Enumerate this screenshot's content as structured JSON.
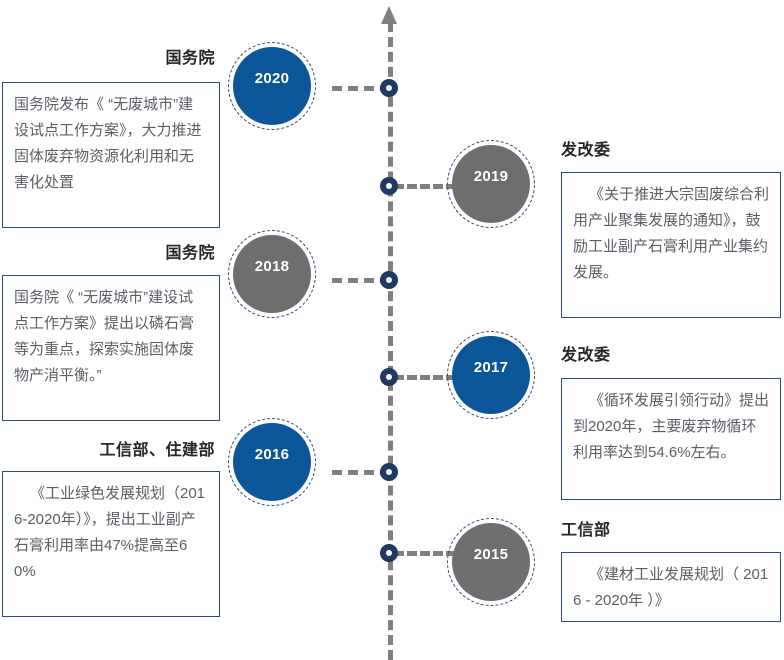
{
  "diagram": {
    "type": "vertical-timeline",
    "axis": {
      "direction": "upward",
      "arrow_icon": "arrow-up-icon",
      "line_style": "dashed",
      "line_color": "#7f7f7f"
    },
    "colors": {
      "blue_circle": "#0b5699",
      "gray_circle": "#6e6e6e",
      "node_marker": "#1f3864",
      "box_border": "#2e4a7d",
      "body_text": "#5a5f66",
      "heading_text": "#262626",
      "axis": "#7f7f7f"
    },
    "events": [
      {
        "year": "2020",
        "side": "left",
        "circle_color": "blue",
        "org": "国务院",
        "body": "国务院发布《 “无废城市”建设试点工作方案》，大力推进固体废弃物资源化利用和无害化处置"
      },
      {
        "year": "2019",
        "side": "right",
        "circle_color": "gray",
        "org": "发改委",
        "body": "《关于推进大宗固废综合利用产业聚集发展的通知》，鼓励工业副产石膏利用产业集约发展。"
      },
      {
        "year": "2018",
        "side": "left",
        "circle_color": "gray",
        "org": "国务院",
        "body": "国务院《 “无废城市”建设试点工作方案》提出以磷石膏等为重点，探索实施固体废物产消平衡。”"
      },
      {
        "year": "2017",
        "side": "right",
        "circle_color": "blue",
        "org": "发改委",
        "body": "《循环发展引领行动》提出到2020年，主要废弃物循环利用率达到54.6%左右。"
      },
      {
        "year": "2016",
        "side": "left",
        "circle_color": "blue",
        "org": "工信部、住建部",
        "body": "《工业绿色发展规划（2016-2020年）》，提出工业副产石膏利用率由47%提高至60%"
      },
      {
        "year": "2015",
        "side": "right",
        "circle_color": "gray",
        "org": "工信部",
        "body": "《建材工业发展规划（ 2016 - 2020年 ）》"
      }
    ]
  }
}
